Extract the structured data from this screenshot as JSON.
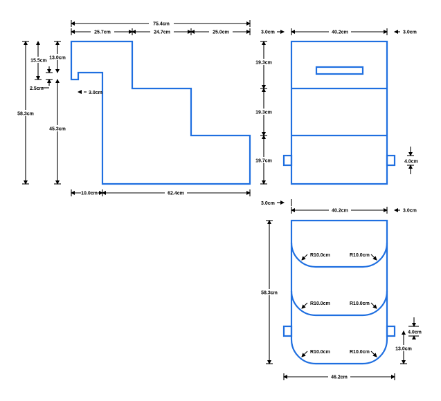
{
  "colors": {
    "outline": "#1f6fe0",
    "dimension": "#000000",
    "background": "#ffffff"
  },
  "side_view": {
    "overall_width": "75.4cm",
    "step1_width": "25.7cm",
    "step2_width": "24.7cm",
    "step3_width": "25.0cm",
    "top_offset": "15.5cm",
    "top_height": "13.0cm",
    "small_gap": "2.5cm",
    "lip_width": "3.0cm",
    "overall_height": "58.3cm",
    "inner_height": "45.3cm",
    "base_left": "10.0cm",
    "base_width": "62.4cm"
  },
  "front_view": {
    "left_margin": "3.0cm",
    "width": "40.2cm",
    "right_margin": "3.0cm",
    "tier1_height": "19.3cm",
    "tier2_height": "19.3cm",
    "tier3_height": "19.7cm",
    "handle_height": "4.0cm"
  },
  "bottom_view": {
    "left_margin": "3.0cm",
    "width": "40.2cm",
    "right_margin": "3.0cm",
    "height": "58.3cm",
    "radius_labels": [
      "R10.0cm",
      "R10.0cm",
      "R10.0cm",
      "R10.0cm",
      "R10.0cm",
      "R10.0cm"
    ],
    "handle_height": "4.0cm",
    "handle_offset": "13.0cm",
    "overall_width": "46.2cm"
  }
}
